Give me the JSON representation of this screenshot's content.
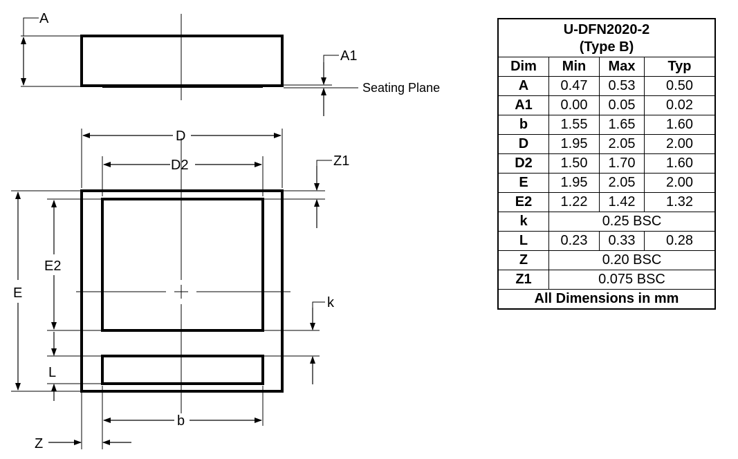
{
  "diagram": {
    "labels": {
      "A": "A",
      "A1": "A1",
      "seating_plane": "Seating Plane",
      "D": "D",
      "D2": "D2",
      "Z1": "Z1",
      "E": "E",
      "E2": "E2",
      "k": "k",
      "L": "L",
      "b": "b",
      "Z": "Z"
    }
  },
  "table": {
    "title_line1": "U-DFN2020-2",
    "title_line2": "(Type B)",
    "headers": [
      "Dim",
      "Min",
      "Max",
      "Typ"
    ],
    "rows": [
      {
        "dim": "A",
        "min": "0.47",
        "max": "0.53",
        "typ": "0.50"
      },
      {
        "dim": "A1",
        "min": "0.00",
        "max": "0.05",
        "typ": "0.02"
      },
      {
        "dim": "b",
        "min": "1.55",
        "max": "1.65",
        "typ": "1.60"
      },
      {
        "dim": "D",
        "min": "1.95",
        "max": "2.05",
        "typ": "2.00"
      },
      {
        "dim": "D2",
        "min": "1.50",
        "max": "1.70",
        "typ": "1.60"
      },
      {
        "dim": "E",
        "min": "1.95",
        "max": "2.05",
        "typ": "2.00"
      },
      {
        "dim": "E2",
        "min": "1.22",
        "max": "1.42",
        "typ": "1.32"
      },
      {
        "dim": "k",
        "span": "0.25 BSC"
      },
      {
        "dim": "L",
        "min": "0.23",
        "max": "0.33",
        "typ": "0.28"
      },
      {
        "dim": "Z",
        "span": "0.20 BSC"
      },
      {
        "dim": "Z1",
        "span": "0.075 BSC"
      }
    ],
    "footer": "All Dimensions in mm"
  }
}
